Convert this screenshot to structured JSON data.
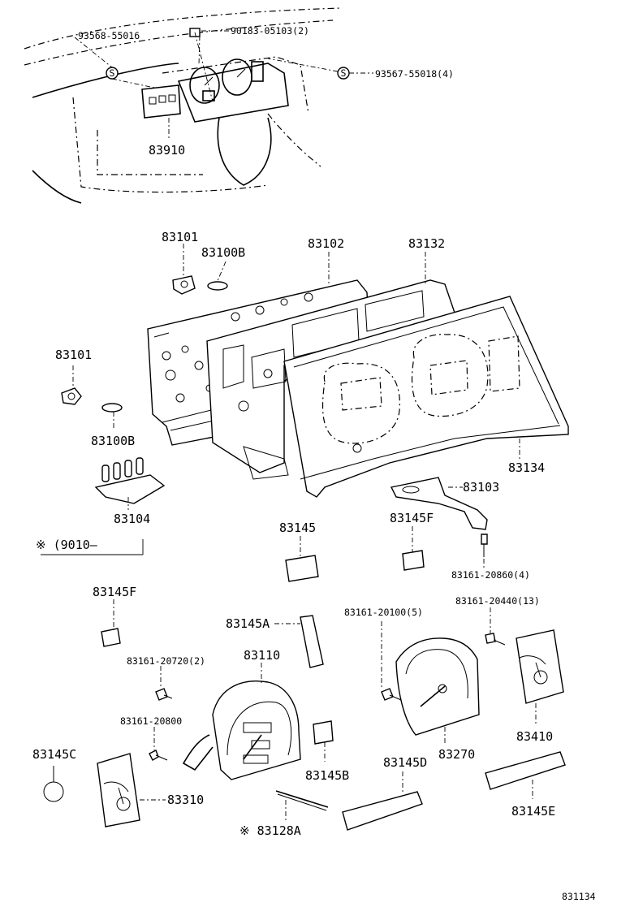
{
  "diagram": {
    "labels": {
      "p93568": "93568-55016",
      "p90183": "90183-05103(2)",
      "p93567": "93567-55018(4)",
      "p83910": "83910",
      "p83101a": "83101",
      "p83100Ba": "83100B",
      "p83102": "83102",
      "p83132": "83132",
      "p83101b": "83101",
      "p83100Bb": "83100B",
      "p83104": "83104",
      "p83134": "83134",
      "p83103": "83103",
      "p9010": "※ (9010—",
      "p83145": "83145",
      "p83145F_r": "83145F",
      "p83161_20860": "83161-20860(4)",
      "p83145F_l": "83145F",
      "p83145A": "83145A",
      "p83161_20100": "83161-20100(5)",
      "p83161_20440": "83161-20440(13)",
      "p83161_20720": "83161-20720(2)",
      "p83110": "83110",
      "p83161_20800": "83161-20800",
      "p83145C": "83145C",
      "p83310": "83310",
      "p83145B": "83145B",
      "p83145D": "83145D",
      "p83270": "83270",
      "p83410": "83410",
      "p83145E": "83145E",
      "p83128A": "※ 83128A",
      "diagram_id": "831134"
    },
    "screw_symbol": "S"
  }
}
